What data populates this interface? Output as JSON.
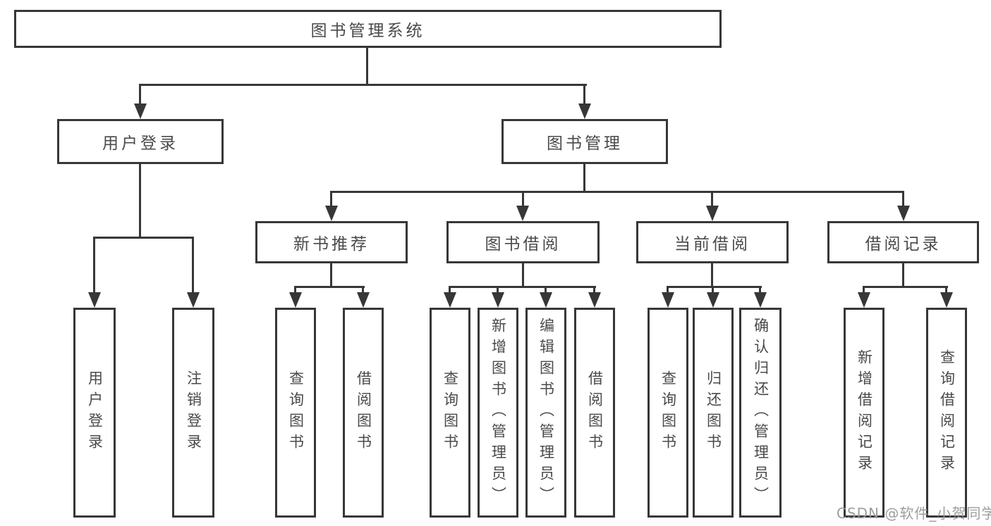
{
  "colors": {
    "line": "#373737",
    "node_border": "#373737",
    "node_text": "#4a4a4a",
    "background": "#ffffff",
    "watermark_text_color": "#989898"
  },
  "tree": {
    "root": {
      "label": "图书管理系统"
    },
    "user_login": {
      "label": "用户登录",
      "children": [
        {
          "label": "用户登录"
        },
        {
          "label": "注销登录"
        }
      ]
    },
    "book_management": {
      "label": "图书管理",
      "groups": [
        {
          "label": "新书推荐",
          "children": [
            {
              "label": "查询图书"
            },
            {
              "label": "借阅图书"
            }
          ]
        },
        {
          "label": "图书借阅",
          "children": [
            {
              "label": "查询图书"
            },
            {
              "label": "新增图书（管理员）"
            },
            {
              "label": "编辑图书（管理员）"
            },
            {
              "label": "借阅图书"
            }
          ]
        },
        {
          "label": "当前借阅",
          "children": [
            {
              "label": "查询图书"
            },
            {
              "label": "归还图书"
            },
            {
              "label": "确认归还（管理员）"
            }
          ]
        },
        {
          "label": "借阅记录",
          "children": [
            {
              "label": "新增借阅记录"
            },
            {
              "label": "查询借阅记录"
            }
          ]
        }
      ]
    }
  },
  "watermark": {
    "text": "CSDN @软件_小贺同学"
  }
}
